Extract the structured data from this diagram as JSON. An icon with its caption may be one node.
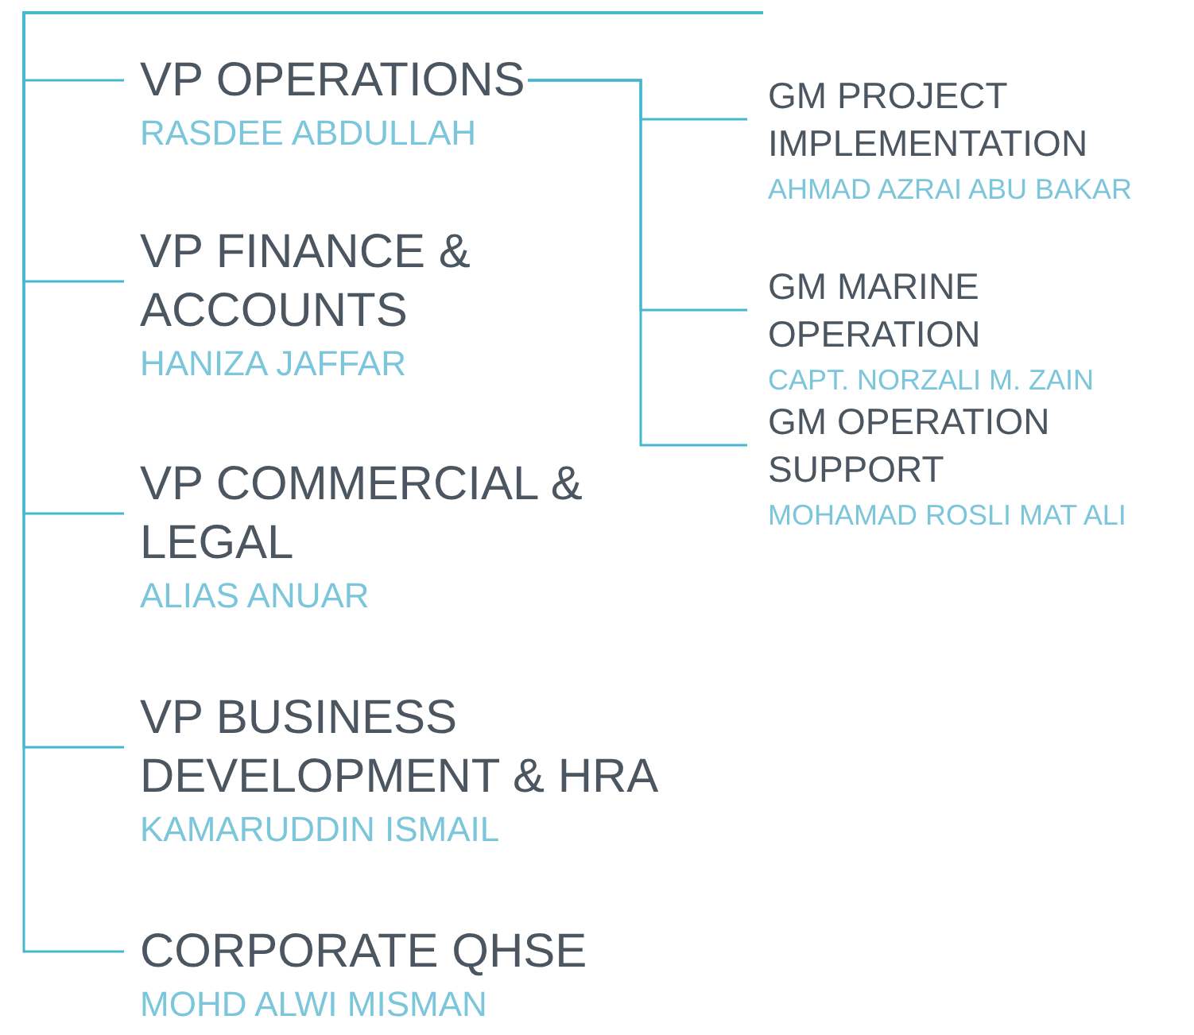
{
  "diagram": {
    "nodes": [
      {
        "text": [
          "VP OPERATIONS",
          "RASDEE ABDULLAH"
        ]
      },
      {
        "text": [
          "VP FINANCE & ACCOUNTS",
          "HANIZA JAFFAR"
        ]
      },
      {
        "text": [
          "VP COMMERCIAL & LEGAL",
          "ALIAS ANUAR"
        ]
      },
      {
        "text": [
          "VP BUSINESS DEVELOPMENT & HRA",
          "KAMARUDDIN ISMAIL"
        ]
      },
      {
        "text": [
          "CORPORATE QHSE",
          "MOHD ALWI MISMAN"
        ]
      },
      {
        "text": [
          "GM PROJECT IMPLEMENTATION",
          "AHMAD AZRAI ABU BAKAR"
        ]
      },
      {
        "text": [
          "GM MARINE OPERATION",
          "CAPT. NORZALI M. ZAIN"
        ]
      },
      {
        "text": [
          "GM OPERATION SUPPORT",
          "MOHAMAD ROSLI MAT ALI"
        ]
      }
    ],
    "edges": [
      {
        "from": null,
        "to": 0,
        "arrow": "none"
      },
      {
        "from": null,
        "to": 1,
        "arrow": "none"
      },
      {
        "from": null,
        "to": 2,
        "arrow": "none"
      },
      {
        "from": null,
        "to": 3,
        "arrow": "none"
      },
      {
        "from": null,
        "to": 4,
        "arrow": "none"
      },
      {
        "from": 0,
        "to": 5,
        "arrow": "none"
      },
      {
        "from": 0,
        "to": 6,
        "arrow": "none"
      },
      {
        "from": 0,
        "to": 7,
        "arrow": "none"
      }
    ]
  }
}
